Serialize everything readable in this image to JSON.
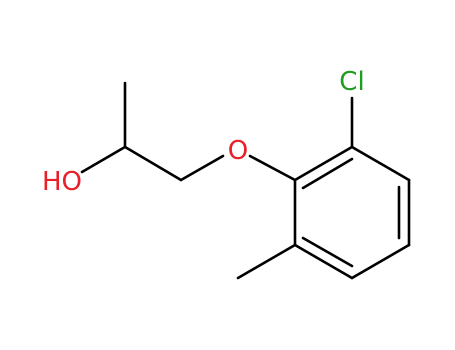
{
  "molecule": {
    "atoms": {
      "chlorine": {
        "label": "Cl",
        "color": "#1f9b1f"
      },
      "ether_oxygen": {
        "label": "O",
        "color": "#e8202a"
      },
      "hydroxyl": {
        "label": "HO",
        "color": "#e8202a"
      }
    },
    "bond_color": "#000000"
  }
}
